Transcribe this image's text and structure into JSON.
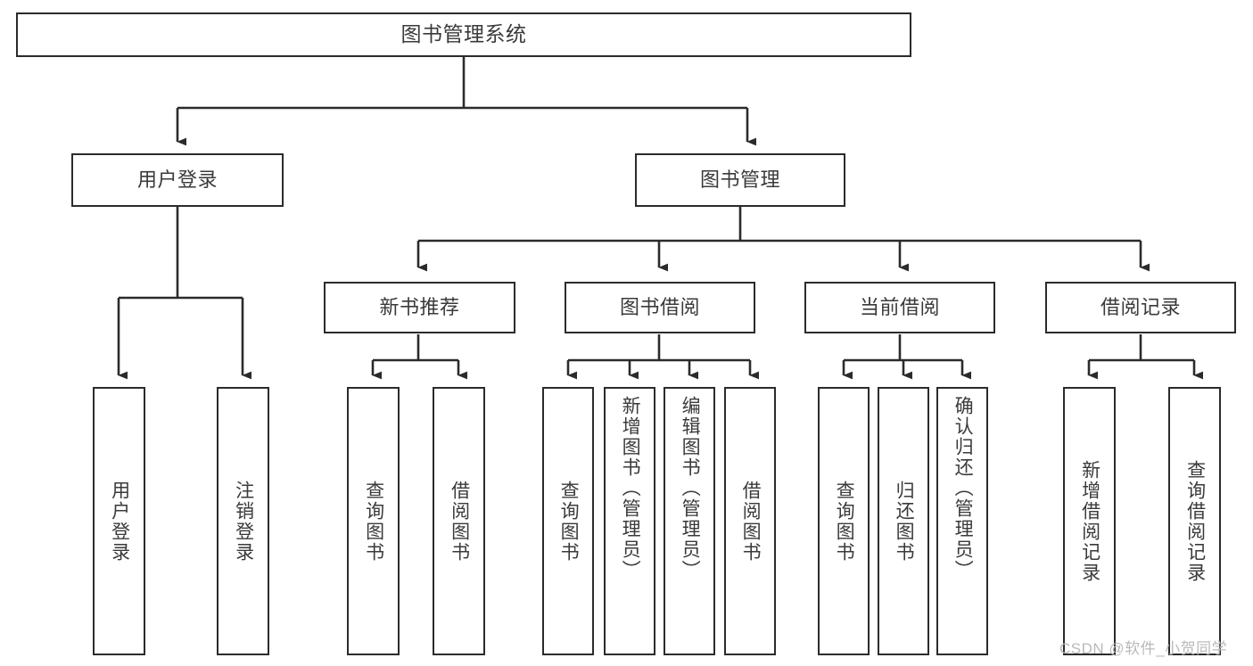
{
  "diagram": {
    "title": "图书管理系统",
    "type": "tree-hierarchy",
    "root": {
      "label": "图书管理系统"
    },
    "level1": [
      {
        "label": "用户登录"
      },
      {
        "label": "图书管理"
      }
    ],
    "level2": [
      {
        "label": "新书推荐"
      },
      {
        "label": "图书借阅"
      },
      {
        "label": "当前借阅"
      },
      {
        "label": "借阅记录"
      }
    ],
    "leaves": {
      "user_login": [
        {
          "label": "用户登录"
        },
        {
          "label": "注销登录"
        }
      ],
      "new_book_recommend": [
        {
          "label": "查询图书"
        },
        {
          "label": "借阅图书"
        }
      ],
      "book_borrow": [
        {
          "label": "查询图书"
        },
        {
          "label": "新增图书（管理员）"
        },
        {
          "label": "编辑图书（管理员）"
        },
        {
          "label": "借阅图书"
        }
      ],
      "current_borrow": [
        {
          "label": "查询图书"
        },
        {
          "label": "归还图书"
        },
        {
          "label": "确认归还（管理员）"
        }
      ],
      "borrow_record": [
        {
          "label": "新增借阅记录"
        },
        {
          "label": "查询借阅记录"
        }
      ]
    }
  },
  "watermark": {
    "text": "CSDN @软件_小贺同学"
  },
  "colors": {
    "border": "#2b2b2b",
    "text": "#3a3a3a",
    "background": "#ffffff",
    "watermark": "#b9b9b9"
  }
}
